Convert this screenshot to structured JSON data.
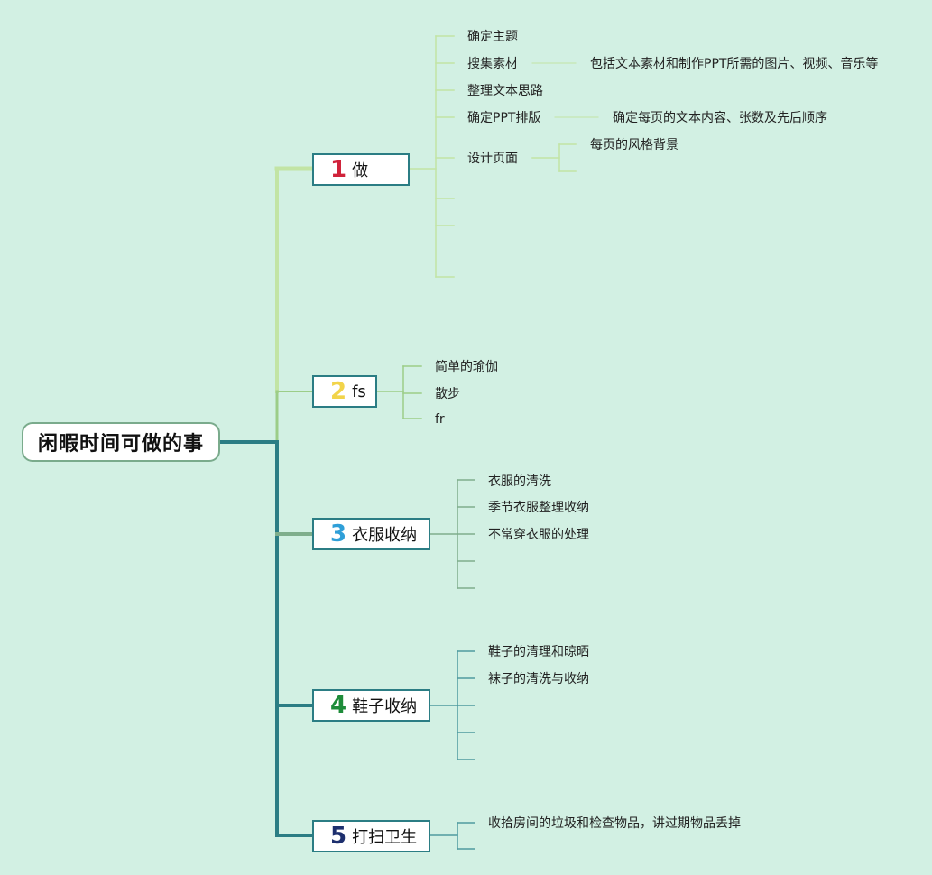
{
  "root": {
    "label": "闲暇时间可做的事"
  },
  "branches": [
    {
      "number": "1",
      "label": "做",
      "number_color": "#d0223a",
      "line_color": "#c2e4a4",
      "items": [
        {
          "text": "确定主题"
        },
        {
          "text": "搜集素材",
          "note": "包括文本素材和制作PPT所需的图片、视频、音乐等"
        },
        {
          "text": "整理文本思路"
        },
        {
          "text": "确定PPT排版",
          "note": "确定每页的文本内容、张数及先后顺序"
        },
        {
          "text": "设计页面",
          "sub": [
            "每页的风格背景",
            ""
          ]
        },
        {
          "text": ""
        },
        {
          "text": ""
        },
        {
          "text": ""
        }
      ]
    },
    {
      "number": "2",
      "label": "fs",
      "number_color": "#f2d44a",
      "line_color": "#9ccd88",
      "items": [
        {
          "text": "简单的瑜伽"
        },
        {
          "text": "散步"
        },
        {
          "text": "fr"
        }
      ]
    },
    {
      "number": "3",
      "label": "衣服收纳",
      "number_color": "#2f9fd8",
      "line_color": "#7fae8c",
      "items": [
        {
          "text": "衣服的清洗"
        },
        {
          "text": "季节衣服整理收纳"
        },
        {
          "text": "不常穿衣服的处理"
        },
        {
          "text": ""
        },
        {
          "text": ""
        }
      ]
    },
    {
      "number": "4",
      "label": "鞋子收纳",
      "number_color": "#1e8c3a",
      "line_color": "#2b7d84",
      "items": [
        {
          "text": "鞋子的清理和晾晒"
        },
        {
          "text": "袜子的清洗与收纳"
        },
        {
          "text": ""
        },
        {
          "text": ""
        },
        {
          "text": ""
        }
      ]
    },
    {
      "number": "5",
      "label": "打扫卫生",
      "number_color": "#1d2f6e",
      "line_color": "#2b7d84",
      "items": [
        {
          "text": "收拾房间的垃圾和检查物品，讲过期物品丢掉"
        },
        {
          "text": ""
        }
      ]
    }
  ],
  "colors": {
    "trunk": "#2b7d84",
    "background": "#d2f0e3"
  }
}
